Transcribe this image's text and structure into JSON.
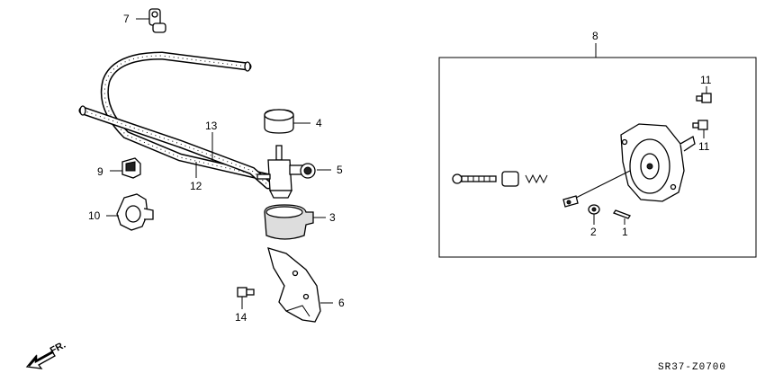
{
  "callouts": {
    "c1": "1",
    "c2": "2",
    "c3": "3",
    "c4": "4",
    "c5": "5",
    "c6": "6",
    "c7": "7",
    "c8": "8",
    "c9": "9",
    "c10": "10",
    "c11a": "11",
    "c11b": "11",
    "c12": "12",
    "c13": "13",
    "c14": "14"
  },
  "direction_label": "FR.",
  "diagram_code": "SR37-Z0700"
}
